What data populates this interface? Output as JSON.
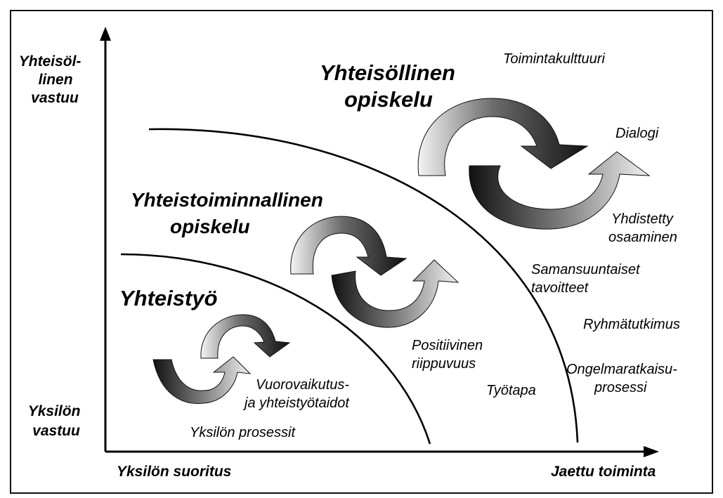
{
  "axes": {
    "y_top_label": [
      "Yhteisöl-",
      "linen",
      "vastuu"
    ],
    "y_bottom_label": [
      "Yksilön",
      "vastuu"
    ],
    "x_left_label": "Yksilön suoritus",
    "x_right_label": "Jaettu toiminta"
  },
  "levels": {
    "individual": {
      "title": "Yhteistyö",
      "terms": {
        "skills": [
          "Vuorovaikutus-",
          "ja yhteistyötaidot"
        ],
        "processes": "Yksilön prosessit"
      }
    },
    "cooperative": {
      "title": [
        "Yhteistoiminnallinen",
        "opiskelu"
      ],
      "terms": {
        "dependence": [
          "Positiivinen",
          "riippuvuus"
        ],
        "working_method": "Työtapa"
      }
    },
    "communal": {
      "title": [
        "Yhteisöllinen",
        "opiskelu"
      ],
      "terms": {
        "culture": "Toimintakulttuuri",
        "dialogue": "Dialogi",
        "combined": [
          "Yhdistetty",
          "osaaminen"
        ],
        "goals": [
          "Samansuuntaiset",
          "tavoitteet"
        ],
        "research": "Ryhmätutkimus",
        "problem_solving": [
          "Ongelmaratkaisu-",
          "prosessi"
        ]
      }
    }
  }
}
